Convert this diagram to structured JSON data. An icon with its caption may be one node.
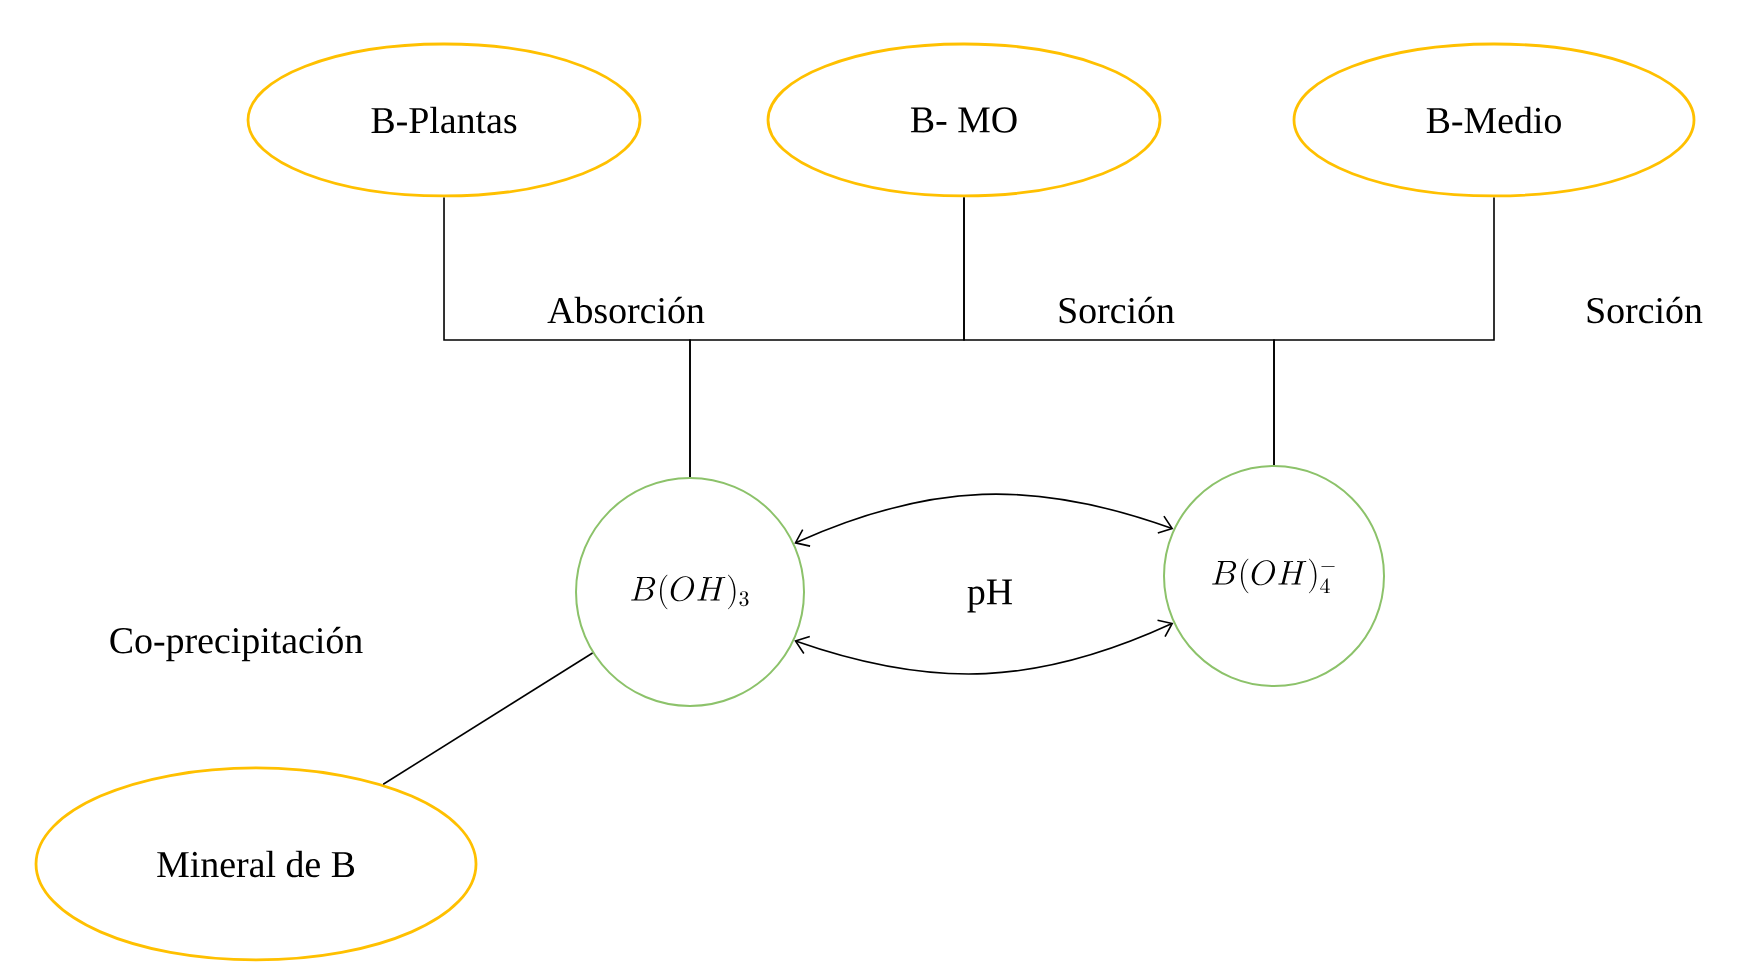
{
  "diagram": {
    "nodes": [
      {
        "text": [
          "B-Plantas"
        ]
      },
      {
        "text": [
          "B- MO"
        ]
      },
      {
        "text": [
          "B-Medio"
        ]
      },
      {
        "text": [
          "B(OH)_3"
        ]
      },
      {
        "text": [
          "B(OH)_4^-"
        ]
      },
      {
        "text": [
          "Mineral de B"
        ]
      }
    ],
    "edges": [
      {
        "from": 0,
        "to": 3,
        "arrow": "none",
        "label": "Absorción"
      },
      {
        "from": 1,
        "to": 3,
        "arrow": "none"
      },
      {
        "from": 1,
        "to": 4,
        "arrow": "none",
        "label": "Sorción"
      },
      {
        "from": 2,
        "to": 4,
        "arrow": "none",
        "label": "Sorción"
      },
      {
        "from": 3,
        "to": 4,
        "arrow": "both",
        "label": "pH"
      },
      {
        "from": 3,
        "to": 4,
        "arrow": "both"
      },
      {
        "from": 5,
        "to": 3,
        "arrow": "none",
        "label": "Co-precipitación"
      }
    ]
  }
}
